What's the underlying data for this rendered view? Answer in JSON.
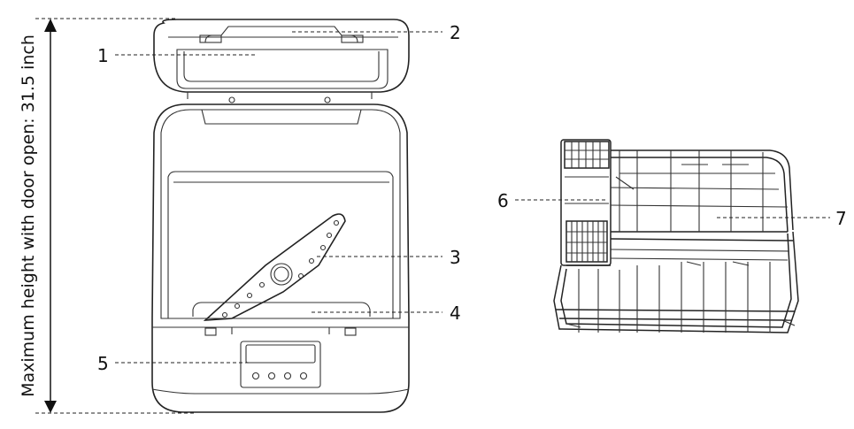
{
  "dimension_label": "Maximum height with door open: 31.5 inch",
  "callouts": {
    "c1": "1",
    "c2": "2",
    "c3": "3",
    "c4": "4",
    "c5": "5",
    "c6": "6",
    "c7": "7"
  }
}
